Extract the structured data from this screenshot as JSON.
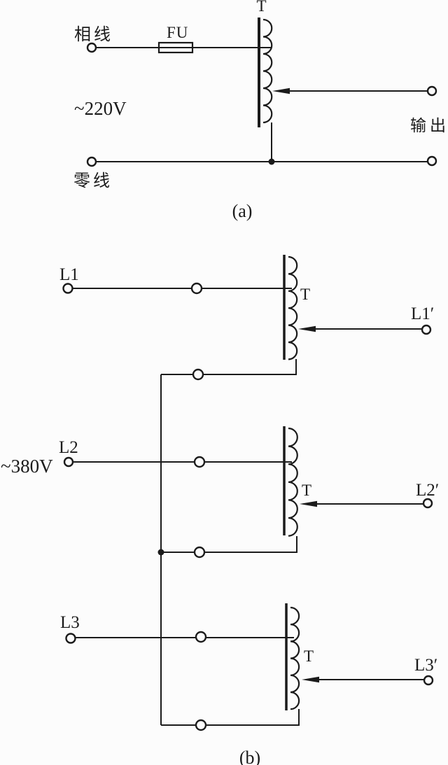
{
  "meta": {
    "paper_color": "#fcfcfc",
    "ink_color": "#1b1b1b"
  },
  "circuit_a": {
    "transformer_label": "T",
    "phase_line_label": "相线",
    "fuse_label": "FU",
    "source_voltage": "~220V",
    "output_label": "输出",
    "neutral_line_label": "零线",
    "caption": "(a)"
  },
  "circuit_b": {
    "source_voltage": "~380V",
    "caption": "(b)",
    "phases": [
      {
        "input_label": "L1",
        "transformer_label": "T",
        "output_label": "L1′"
      },
      {
        "input_label": "L2",
        "transformer_label": "T",
        "output_label": "L2′"
      },
      {
        "input_label": "L3",
        "transformer_label": "T",
        "output_label": "L3′"
      }
    ]
  }
}
